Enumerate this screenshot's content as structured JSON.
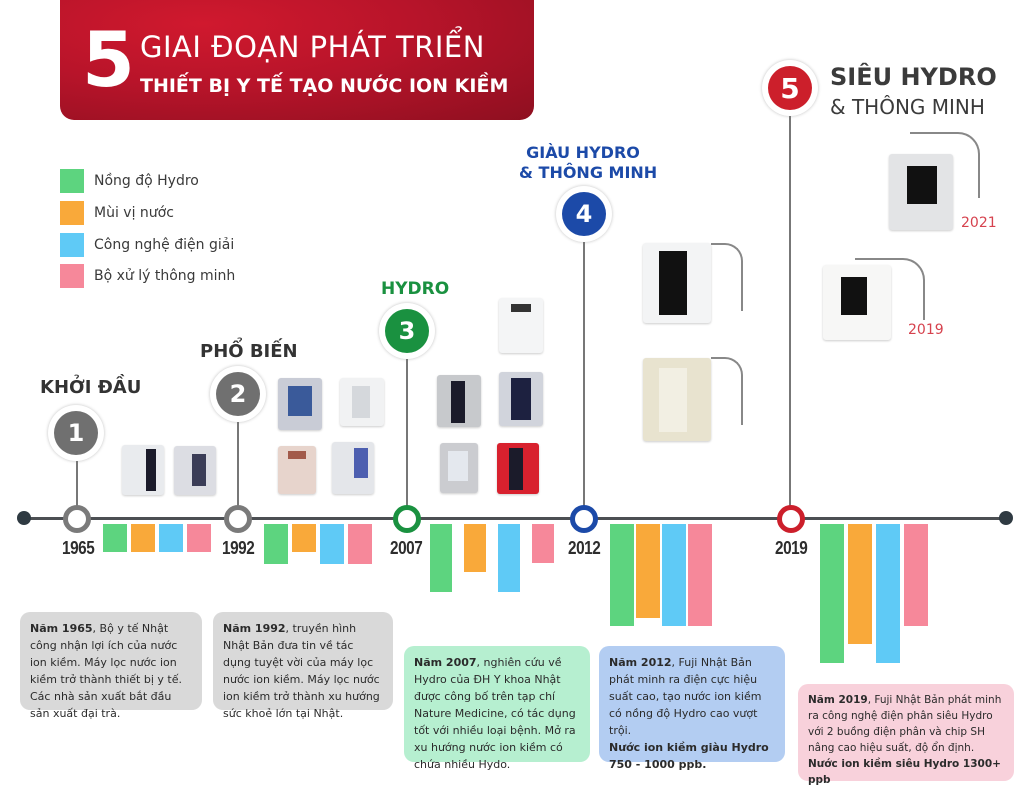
{
  "banner": {
    "number": "5",
    "title_line1": "GIAI ĐOẠN PHÁT TRIỂN",
    "title_line2": "THIẾT BỊ Y TẾ TẠO NƯỚC ION KIỀM",
    "color": "#b8142a"
  },
  "legend": [
    {
      "label": "Nồng độ Hydro",
      "color": "#5dd47f"
    },
    {
      "label": "Mùi vị nước",
      "color": "#f9a93a"
    },
    {
      "label": "Công nghệ điện giải",
      "color": "#5fcaf6"
    },
    {
      "label": "Bộ xử lý thông minh",
      "color": "#f6889a"
    }
  ],
  "stages": [
    {
      "number": "1",
      "title": "KHỞI ĐẦU",
      "title_line2": "",
      "year": "1965",
      "color": "#707070",
      "note_bold": "Năm 1965",
      "note_text": ", Bộ y tế Nhật công nhận lợi ích của nước ion kiềm. Máy lọc nước ion kiềm trở thành thiết bị y tế. Các nhà sản xuất bắt đầu sản xuất đại trà.",
      "note_highlight": "",
      "note_bg": "#d9d9d9"
    },
    {
      "number": "2",
      "title": "PHỔ BIẾN",
      "title_line2": "",
      "year": "1992",
      "color": "#707070",
      "note_bold": "Năm 1992",
      "note_text": ", truyền hình Nhật Bản đưa tin về tác dụng tuyệt vời của máy lọc nước ion kiềm. Máy lọc nước ion kiềm trở thành xu hướng sức khoẻ lớn tại Nhật.",
      "note_highlight": "",
      "note_bg": "#d9d9d9"
    },
    {
      "number": "3",
      "title": "HYDRO",
      "title_line2": "",
      "year": "2007",
      "color": "#1a9140",
      "note_bold": "Năm 2007",
      "note_text": ", nghiên cứu về Hydro của ĐH Y khoa Nhật được công bố trên tạp chí Nature Medicine, có tác dụng tốt với nhiều loại bệnh.  Mở ra xu hướng nước ion kiềm có chứa nhiều Hydo.",
      "note_highlight": "",
      "note_bg": "#b6efd0"
    },
    {
      "number": "4",
      "title": "GIÀU HYDRO",
      "title_line2": "& THÔNG MINH",
      "year": "2012",
      "color": "#1c4aa8",
      "note_bold": "Năm 2012",
      "note_text": ",  Fuji Nhật Bản phát minh ra điện cực hiệu suất cao, tạo nước ion kiềm có nồng độ Hydro cao vượt trội.",
      "note_highlight": "Nước ion kiềm giàu Hydro 750 - 1000 ppb.",
      "note_bg": "#b3cdf2"
    },
    {
      "number": "5",
      "title": "SIÊU HYDRO",
      "title_line2": "& THÔNG MINH",
      "year": "2019",
      "color": "#cc1f2b",
      "note_bold": "Năm 2019",
      "note_text": ", Fuji Nhật Bản phát minh ra công nghệ điện phân siêu Hydro với 2 buồng điện phân và chip SH nâng cao hiệu suất, độ ổn định.",
      "note_highlight": "Nước ion kiềm siêu Hydro 1300+ ppb",
      "note_bg": "#f8d1db"
    }
  ],
  "product_years": {
    "p2021": "2021",
    "p2019": "2019"
  },
  "chart_data": {
    "type": "bar",
    "title": "5 GIAI ĐOẠN PHÁT TRIỂN THIẾT BỊ Y TẾ TẠO NƯỚC ION KIỀM",
    "categories": [
      "1965",
      "1992",
      "2007",
      "2012",
      "2019"
    ],
    "series": [
      {
        "name": "Nồng độ Hydro",
        "color": "#5dd47f",
        "values": [
          28,
          40,
          68,
          102,
          139
        ]
      },
      {
        "name": "Mùi vị nước",
        "color": "#f9a93a",
        "values": [
          28,
          28,
          48,
          94,
          120
        ]
      },
      {
        "name": "Công nghệ điện giải",
        "color": "#5fcaf6",
        "values": [
          28,
          40,
          68,
          102,
          139
        ]
      },
      {
        "name": "Bộ xử lý thông minh",
        "color": "#f6889a",
        "values": [
          28,
          40,
          39,
          102,
          102
        ]
      }
    ],
    "xlabel": "",
    "ylabel": "",
    "orientation": "downward from timeline",
    "grid": false,
    "legend_position": "top-left"
  }
}
